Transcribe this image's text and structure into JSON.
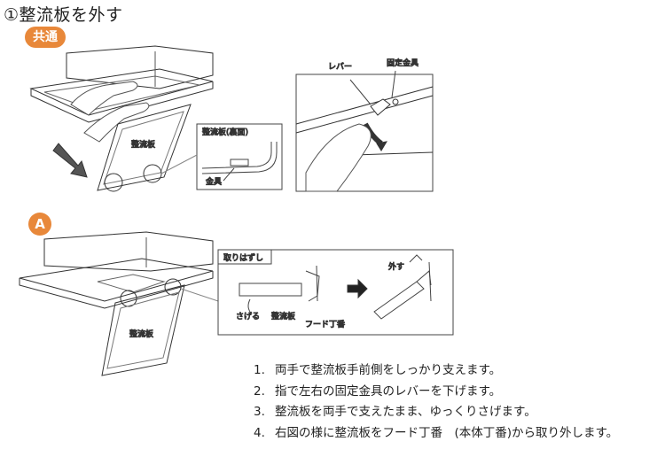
{
  "title": "①整流板を外す",
  "badges": {
    "common": "共通",
    "a": "A"
  },
  "figure1": {
    "panel_label": "整流板",
    "inset_title": "整流板(裏面)",
    "inset_part": "金具"
  },
  "figure2": {
    "lever": "レバー",
    "bracket": "固定金具"
  },
  "figure3": {
    "panel_label": "整流板"
  },
  "figure4": {
    "box_title": "取りはずし",
    "lower": "さげる",
    "panel": "整流板",
    "hinge": "フード丁番",
    "remove": "外す"
  },
  "steps": [
    {
      "num": "1.",
      "text": "両手で整流板手前側をしっかり支えます。"
    },
    {
      "num": "2.",
      "text": "指で左右の固定金具のレバーを下げます。"
    },
    {
      "num": "3.",
      "text": "整流板を両手で支えたまま、ゆっくりさげます。"
    },
    {
      "num": "4.",
      "text": "右図の様に整流板をフード丁番　(本体丁番)から取り外します。"
    }
  ]
}
